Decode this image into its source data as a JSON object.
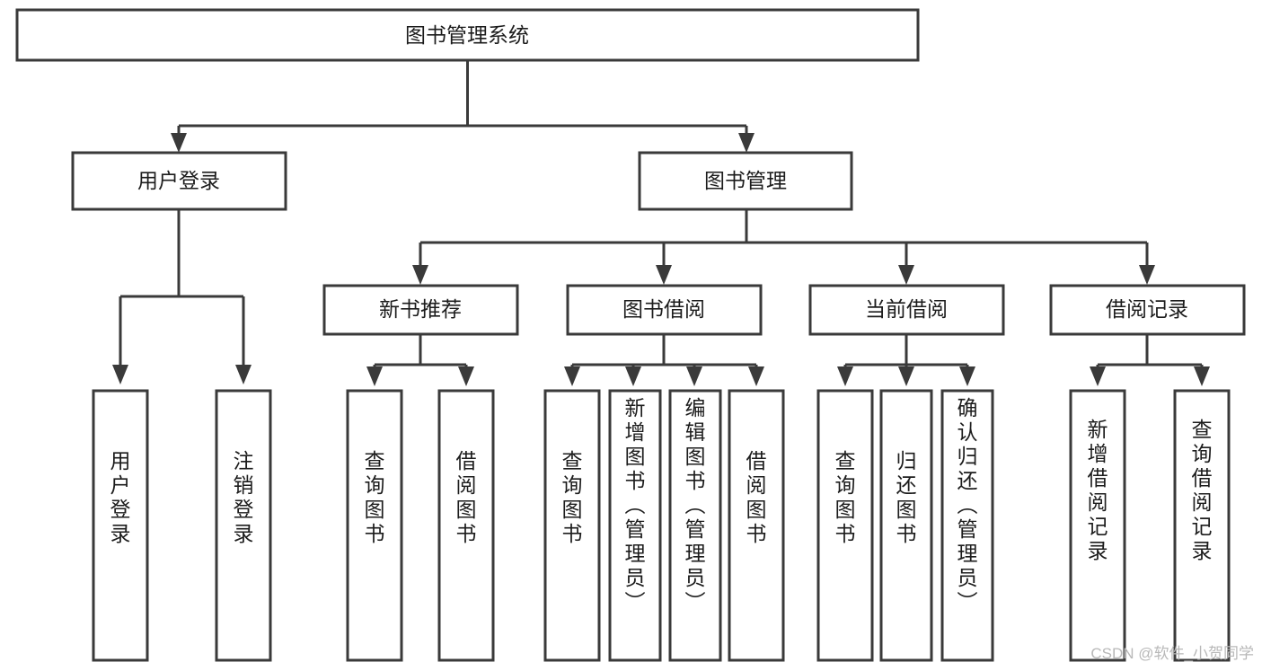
{
  "diagram": {
    "title": "图书管理系统",
    "type": "tree-hierarchy",
    "root": {
      "id": "root",
      "label": "图书管理系统"
    },
    "level2": [
      {
        "id": "user-login",
        "label": "用户登录"
      },
      {
        "id": "book-management",
        "label": "图书管理"
      }
    ],
    "level3": [
      {
        "id": "new-book-recommend",
        "label": "新书推荐",
        "parent": "book-management"
      },
      {
        "id": "book-borrow",
        "label": "图书借阅",
        "parent": "book-management"
      },
      {
        "id": "current-borrow",
        "label": "当前借阅",
        "parent": "book-management"
      },
      {
        "id": "borrow-record",
        "label": "借阅记录",
        "parent": "book-management"
      }
    ],
    "leaves": [
      {
        "id": "leaf-user-login",
        "label": "用户登录",
        "parent": "user-login"
      },
      {
        "id": "leaf-logout-login",
        "label": "注销登录",
        "parent": "user-login"
      },
      {
        "id": "leaf-query-book-1",
        "label": "查询图书",
        "parent": "new-book-recommend"
      },
      {
        "id": "leaf-borrow-book-1",
        "label": "借阅图书",
        "parent": "new-book-recommend"
      },
      {
        "id": "leaf-query-book-2",
        "label": "查询图书",
        "parent": "book-borrow"
      },
      {
        "id": "leaf-add-book",
        "label": "新增图书（管理员）",
        "parent": "book-borrow"
      },
      {
        "id": "leaf-edit-book",
        "label": "编辑图书（管理员）",
        "parent": "book-borrow"
      },
      {
        "id": "leaf-borrow-book-2",
        "label": "借阅图书",
        "parent": "book-borrow"
      },
      {
        "id": "leaf-query-book-3",
        "label": "查询图书",
        "parent": "current-borrow"
      },
      {
        "id": "leaf-return-book",
        "label": "归还图书",
        "parent": "current-borrow"
      },
      {
        "id": "leaf-confirm-return",
        "label": "确认归还（管理员）",
        "parent": "current-borrow"
      },
      {
        "id": "leaf-add-record",
        "label": "新增借阅记录",
        "parent": "borrow-record"
      },
      {
        "id": "leaf-query-record",
        "label": "查询借阅记录",
        "parent": "borrow-record"
      }
    ],
    "colors": {
      "stroke": "#3a3a3a",
      "fill": "#ffffff",
      "text": "#1c1c1c",
      "background": "#ffffff",
      "watermark": "#b8b8b8"
    }
  },
  "watermark": {
    "text": "CSDN @软件_小贺同学"
  }
}
